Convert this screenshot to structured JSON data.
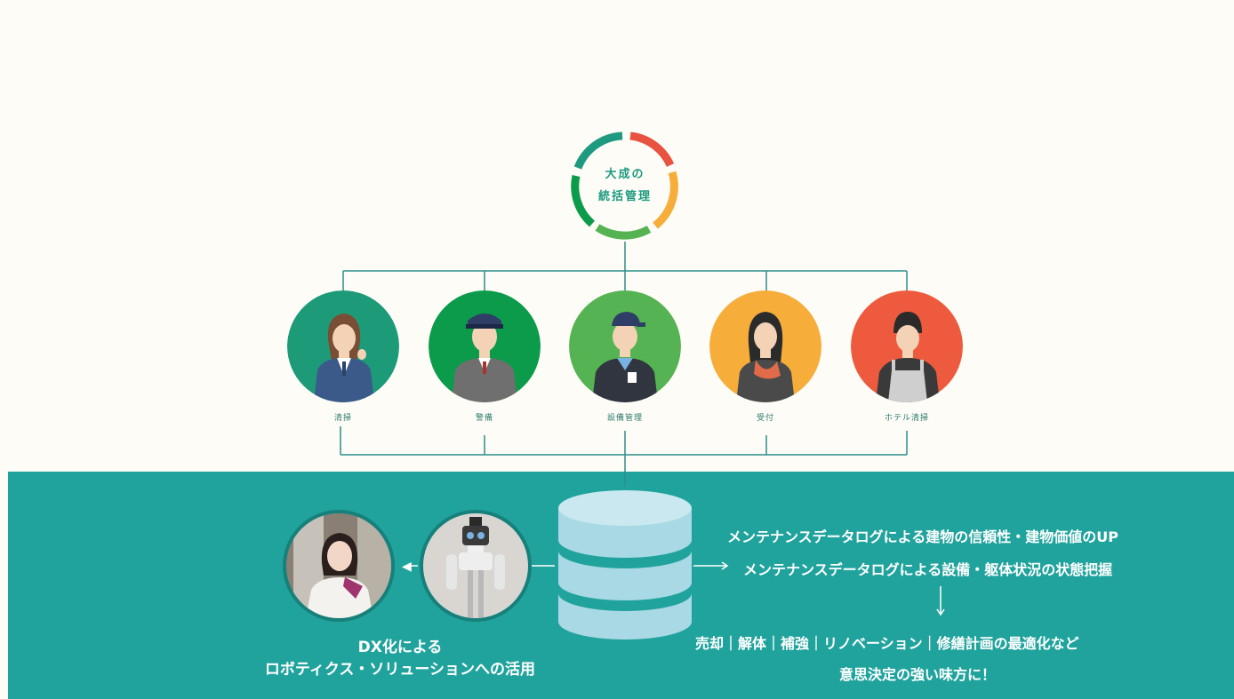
{
  "hub": {
    "line1": "大成の",
    "line2": "統括管理"
  },
  "roles": [
    {
      "label": "清掃",
      "color": "#1d9a78"
    },
    {
      "label": "警備",
      "color": "#0b9b4b"
    },
    {
      "label": "設備管理",
      "color": "#56b353"
    },
    {
      "label": "受付",
      "color": "#f6ad3a"
    },
    {
      "label": "ホテル清掃",
      "color": "#ee5a3e"
    }
  ],
  "dx": {
    "line1": "DX化による",
    "line2": "ロボティクス・ソリューションへの活用"
  },
  "benefits": {
    "line1": "メンテナンスデータログによる建物の信頼性・建物価値のUP",
    "line2": "メンテナンスデータログによる設備・躯体状況の状態把握",
    "line3": "売却｜解体｜補強｜リノベーション｜修繕計画の最適化など",
    "line4": "意思決定の強い味方に！"
  },
  "colors": {
    "band": "#21a39d",
    "hub_teal": "#1d9a80",
    "hub_red": "#e8533f",
    "hub_yellow": "#f6ad3a",
    "hub_green": "#56b353"
  }
}
